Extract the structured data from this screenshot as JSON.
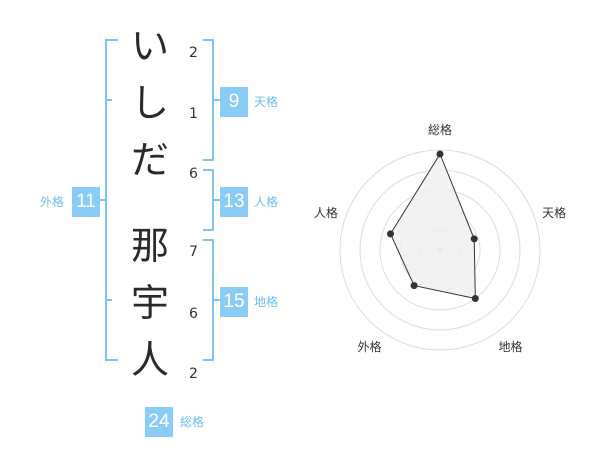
{
  "name": {
    "chars": [
      "い",
      "し",
      "だ",
      "那",
      "宇",
      "人"
    ],
    "strokes": [
      "2",
      "1",
      "6",
      "7",
      "6",
      "2"
    ]
  },
  "kaku": {
    "tenkaku": {
      "value": "9",
      "label": "天格"
    },
    "jinkaku": {
      "value": "13",
      "label": "人格"
    },
    "chikaku": {
      "value": "15",
      "label": "地格"
    },
    "gaikaku": {
      "value": "11",
      "label": "外格"
    },
    "soukaku": {
      "value": "24",
      "label": "総格"
    }
  },
  "chart_data": {
    "type": "radar",
    "axes": [
      "総格",
      "天格",
      "地格",
      "外格",
      "人格"
    ],
    "values": [
      24,
      9,
      15,
      11,
      13
    ],
    "rings": 5
  },
  "colors": {
    "accent": "#89cdf6",
    "bracket": "#7dc4f0",
    "label": "#6dbdee",
    "grid": "#dddddd",
    "fill": "#f0f0f0",
    "line": "#333333"
  }
}
